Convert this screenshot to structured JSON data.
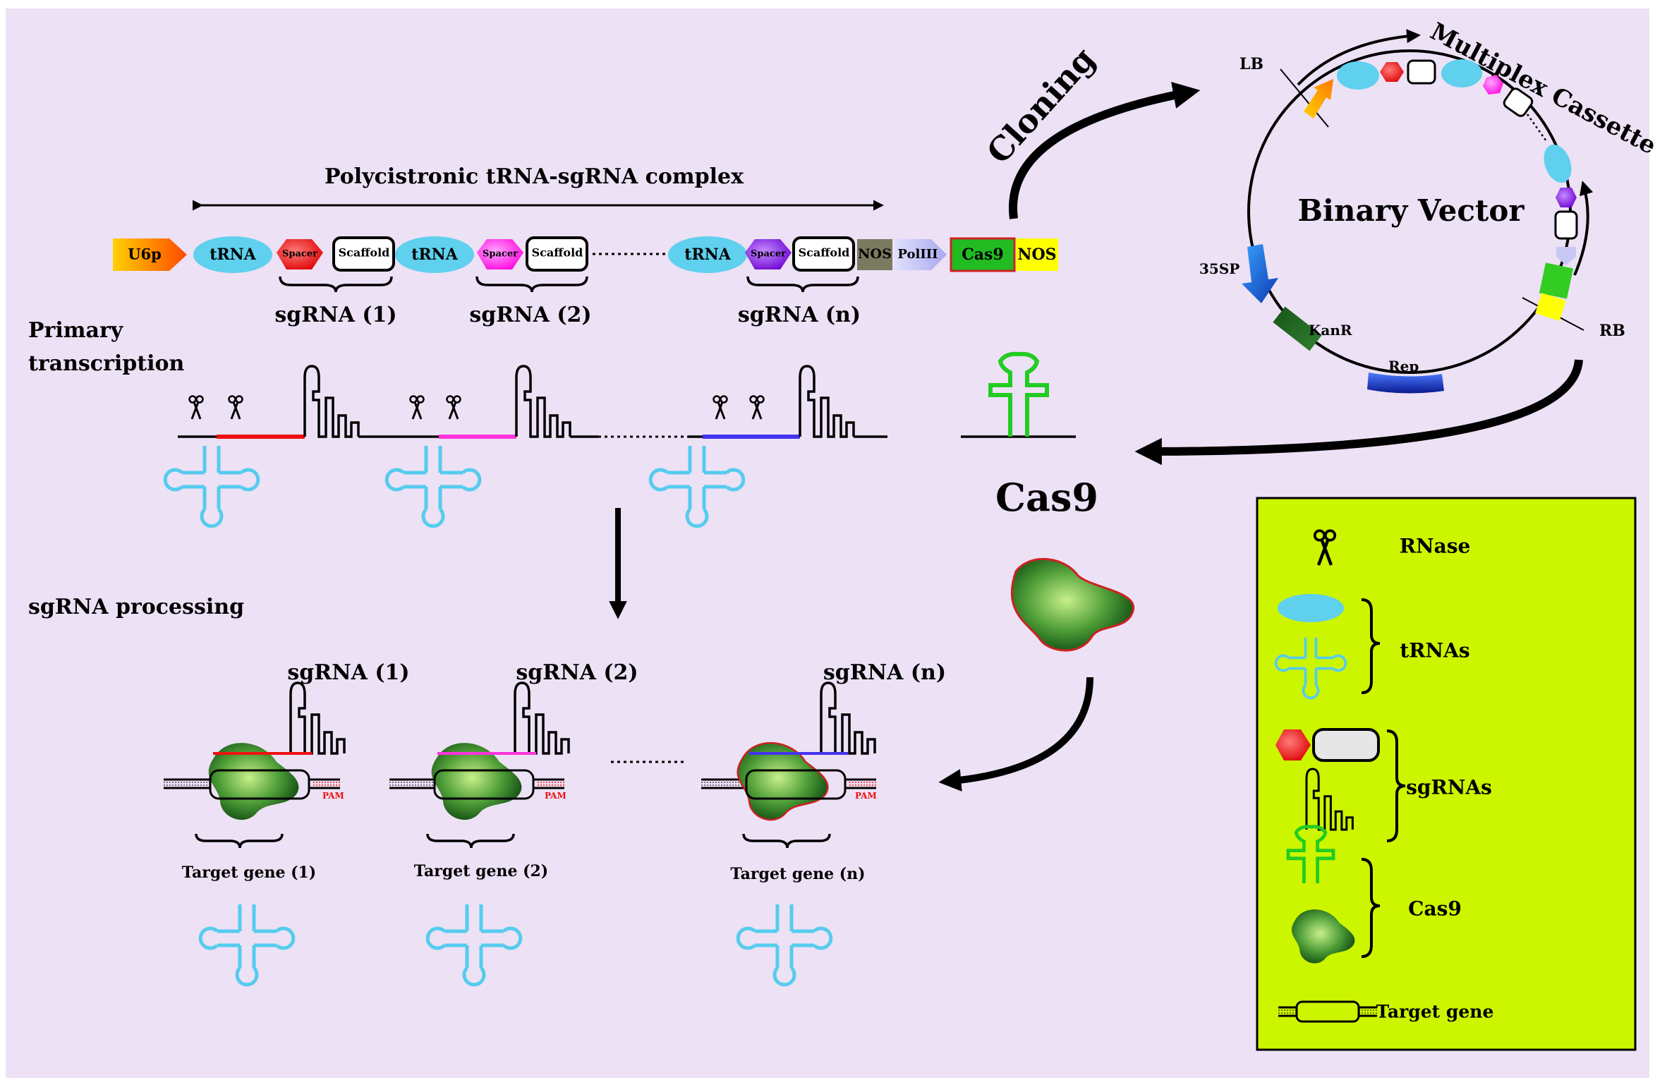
{
  "title": "Polycistronic tRNA-sgRNA complex",
  "construct": {
    "promoter": "U6p",
    "trna": "tRNA",
    "spacer": "Spacer",
    "scaffold": "Scaffold",
    "nos": "NOS",
    "pol": "PolIII",
    "cas9": "Cas9",
    "nos2": "NOS",
    "sgrna_1": "sgRNA (1)",
    "sgrna_2": "sgRNA (2)",
    "sgrna_n": "sgRNA (n)"
  },
  "steps": {
    "primary_line1": "Primary",
    "primary_line2": "transcription",
    "processing": "sgRNA processing",
    "cloning": "Cloning"
  },
  "cas9_label": "Cas9",
  "vector": {
    "title": "Binary Vector",
    "cassette": "Multiplex Cassette",
    "lb": "LB",
    "rb": "RB",
    "p35": "35SP",
    "kanr": "KanR",
    "rep": "Rep"
  },
  "targets": {
    "sg1": "sgRNA (1)",
    "sg2": "sgRNA (2)",
    "sgn": "sgRNA (n)",
    "pam": "PAM",
    "gene1": "Target gene (1)",
    "gene2": "Target gene (2)",
    "genen": "Target gene (n)"
  },
  "legend": {
    "rnase": "RNase",
    "trnas": "tRNAs",
    "sgrnas": "sgRNAs",
    "cas9": "Cas9",
    "target": "Target gene"
  },
  "colors": {
    "background": "#ede1f5",
    "legend_bg": "#ccf500",
    "trna": "#5fd0ee",
    "spacer_1": "#ee1111",
    "spacer_2": "#ff33dd",
    "spacer_n": "#7711ee",
    "cas9_green": "#2f8a2a",
    "cas9_outline": "#22cc22",
    "nos_box": "#7a7a60",
    "pol_box": "#c8c8f5",
    "nos_yellow": "#ffff00",
    "promoter": "#ff9a00"
  }
}
